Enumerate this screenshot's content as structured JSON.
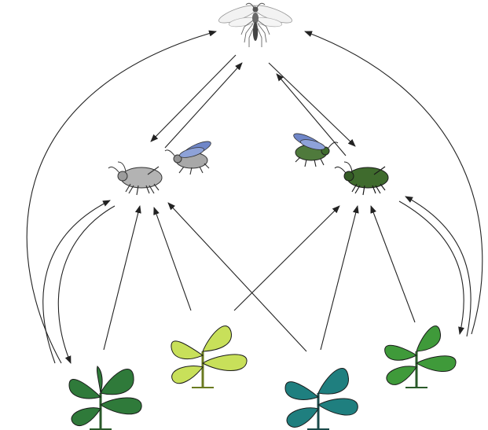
{
  "colors": {
    "arrow": "#222222",
    "wasp": "#8a8a8a",
    "aphid_gray": "#b3b3b3",
    "aphid_gray_winged": "#a8a8a8",
    "wing_blue": "#6f86c8",
    "aphid_green_winged": "#4f7a3c",
    "aphid_green": "#3f6b2d",
    "plant_dark_green": "#2f7a3a",
    "plant_yellow_green": "#c8e05a",
    "plant_teal": "#1f7f7f",
    "plant_mid_green": "#3f9a3a",
    "leaf_outline": "#1a1a1a"
  },
  "nodes": {
    "parasitoid": {
      "icon": "parasitoid-wasp-icon"
    },
    "aphid_group_left": {
      "icons": [
        "aphid-gray-icon",
        "aphid-gray-winged-icon"
      ]
    },
    "aphid_group_right": {
      "icons": [
        "aphid-green-winged-icon",
        "aphid-green-icon"
      ]
    },
    "plants": [
      {
        "icon": "plant-dark-green-icon"
      },
      {
        "icon": "plant-yellow-green-icon"
      },
      {
        "icon": "plant-teal-icon"
      },
      {
        "icon": "plant-mid-green-icon"
      }
    ]
  },
  "edges": [
    {
      "from": "plant-1",
      "to": "parasitoid",
      "directed": true
    },
    {
      "from": "plant-4",
      "to": "parasitoid",
      "directed": true
    },
    {
      "from": "parasitoid",
      "to": "aphid-left",
      "directed": true
    },
    {
      "from": "aphid-left",
      "to": "parasitoid",
      "directed": true
    },
    {
      "from": "parasitoid",
      "to": "aphid-right",
      "directed": true
    },
    {
      "from": "aphid-right",
      "to": "parasitoid",
      "directed": true
    },
    {
      "from": "plant-1",
      "to": "aphid-left",
      "directed": true
    },
    {
      "from": "aphid-left",
      "to": "plant-1",
      "directed": true
    },
    {
      "from": "plant-2",
      "to": "aphid-left",
      "directed": true
    },
    {
      "from": "plant-3",
      "to": "aphid-left",
      "directed": true
    },
    {
      "from": "plant-2",
      "to": "aphid-right",
      "directed": true
    },
    {
      "from": "plant-3",
      "to": "aphid-right",
      "directed": true
    },
    {
      "from": "plant-4",
      "to": "aphid-right",
      "directed": true
    },
    {
      "from": "aphid-right",
      "to": "plant-4",
      "directed": true
    }
  ]
}
